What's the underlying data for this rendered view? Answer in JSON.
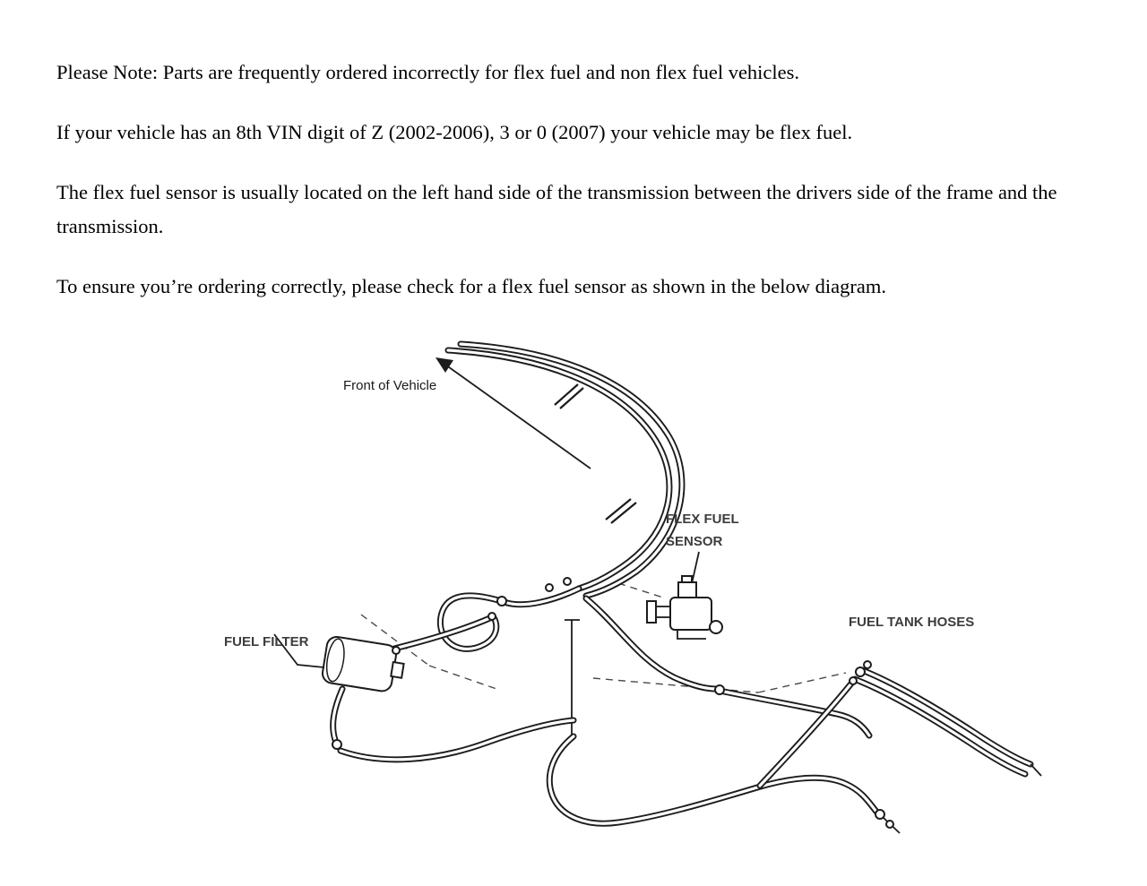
{
  "note": {
    "p1": "Please Note: Parts are frequently ordered incorrectly for flex fuel and non flex fuel vehicles.",
    "p2": "If your vehicle has an 8th VIN digit of Z (2002-2006), 3 or 0 (2007) your vehicle may be flex fuel.",
    "p3": "The flex fuel sensor is usually located on the left hand side of the transmission between the drivers side of the frame and the transmission.",
    "p4": "To ensure you’re ordering correctly, please check for a flex fuel sensor as shown in the below diagram."
  },
  "diagram": {
    "labels": {
      "front_of_vehicle": "Front of Vehicle",
      "flex_fuel_line1": "FLEX FUEL",
      "flex_fuel_line2": "SENSOR",
      "fuel_tank_hoses": "FUEL TANK HOSES",
      "fuel_filter": "FUEL FILTER"
    },
    "colors": {
      "line_color": "#1c1c1c",
      "label_color": "#3d3d3d",
      "text_color": "#000000",
      "background": "#ffffff"
    }
  }
}
